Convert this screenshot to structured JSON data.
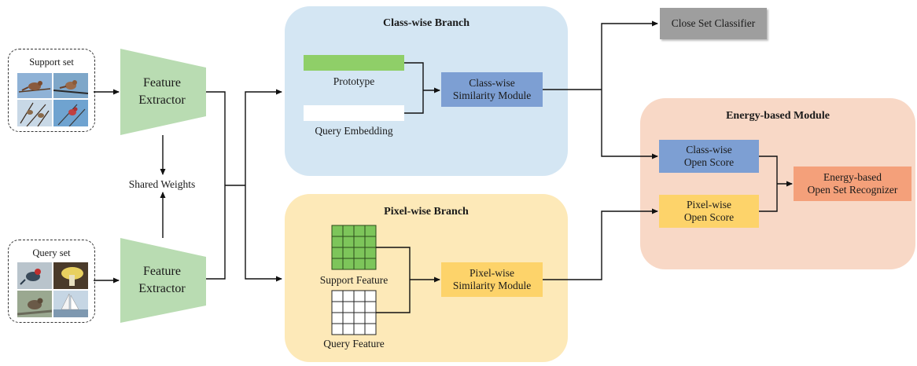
{
  "support_set": {
    "label": "Support set"
  },
  "query_set": {
    "label": "Query set"
  },
  "feature_extractor_top": {
    "line1": "Feature",
    "line2": "Extractor"
  },
  "feature_extractor_bottom": {
    "line1": "Feature",
    "line2": "Extractor"
  },
  "shared_weights": "Shared Weights",
  "class_branch": {
    "title": "Class-wise Branch",
    "prototype_label": "Prototype",
    "query_embedding_label": "Query Embedding",
    "module_line1": "Class-wise",
    "module_line2": "Similarity Module"
  },
  "pixel_branch": {
    "title": "Pixel-wise Branch",
    "support_feature_label": "Support Feature",
    "query_feature_label": "Query Feature",
    "module_line1": "Pixel-wise",
    "module_line2": "Similarity Module"
  },
  "close_set_classifier": "Close Set Classifier",
  "energy_module": {
    "title": "Energy-based Module",
    "class_score_line1": "Class-wise",
    "class_score_line2": "Open Score",
    "pixel_score_line1": "Pixel-wise",
    "pixel_score_line2": "Open Score",
    "recognizer_line1": "Energy-based",
    "recognizer_line2": "Open Set Recognizer"
  },
  "colors": {
    "class_panel": "#d4e6f3",
    "pixel_panel": "#fde9b8",
    "energy_panel": "#f8d8c6",
    "extractor": "#b9dcb2",
    "prototype_bar": "#8fcf68",
    "class_module": "#7d9fd3",
    "pixel_module": "#fdd36a",
    "class_score": "#7d9fd3",
    "pixel_score": "#fdd36a",
    "recognizer": "#f4a07a",
    "classifier": "#9e9e9e",
    "support_grid": "#7dc55a"
  }
}
